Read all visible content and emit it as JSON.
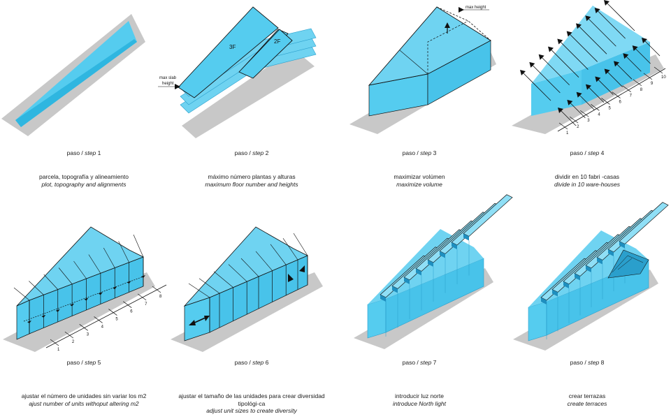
{
  "steps": [
    {
      "step_es": "paso / ",
      "step_en": "step",
      "num": "1",
      "desc_es": "parcela, topografía y alineamiento",
      "desc_en": "plot, topography and alignments"
    },
    {
      "step_es": "paso / ",
      "step_en": "step",
      "num": "2",
      "desc_es": "máximo número plantas y alturas",
      "desc_en": "maximum floor number and heights"
    },
    {
      "step_es": "paso / ",
      "step_en": "step",
      "num": "3",
      "desc_es": "maximizar volúmen",
      "desc_en": "maximize volume"
    },
    {
      "step_es": "paso / ",
      "step_en": "step",
      "num": "4",
      "desc_es": "dividir en 10 fabri -casas",
      "desc_en": "divide in 10  ware-houses"
    },
    {
      "step_es": "paso / ",
      "step_en": "step",
      "num": "5",
      "desc_es": "ajustar el número de unidades sin variar los m2",
      "desc_en": "ajust  number of units withoput altering m2"
    },
    {
      "step_es": "paso / ",
      "step_en": "step",
      "num": "6",
      "desc_es": "ajustar el tamaño de las unidades para crear diversidad tipológi-ca",
      "desc_en": "adjust  unit sizes to create diversity"
    },
    {
      "step_es": "paso / ",
      "step_en": "step",
      "num": "7",
      "desc_es": "introducir luz norte",
      "desc_en": "introduce North light"
    },
    {
      "step_es": "paso / ",
      "step_en": "step",
      "num": "8",
      "desc_es": "crear terrazas",
      "desc_en": "create terraces"
    }
  ],
  "labels": {
    "floor3": "3F",
    "floor2": "2F",
    "max_slab": "max slab",
    "height": "height",
    "max_height": "max height"
  },
  "scale_ten": [
    "1",
    "2",
    "3",
    "4",
    "5",
    "6",
    "7",
    "8",
    "9",
    "10"
  ],
  "scale_eight": [
    "1",
    "2",
    "3",
    "4",
    "5",
    "6",
    "7",
    "8"
  ],
  "colors": {
    "volume": "#55ccef",
    "volume_dark": "#2fb6e0",
    "volume_light": "#8fdff6",
    "shadow": "#c8c8c8",
    "line": "#111111"
  }
}
